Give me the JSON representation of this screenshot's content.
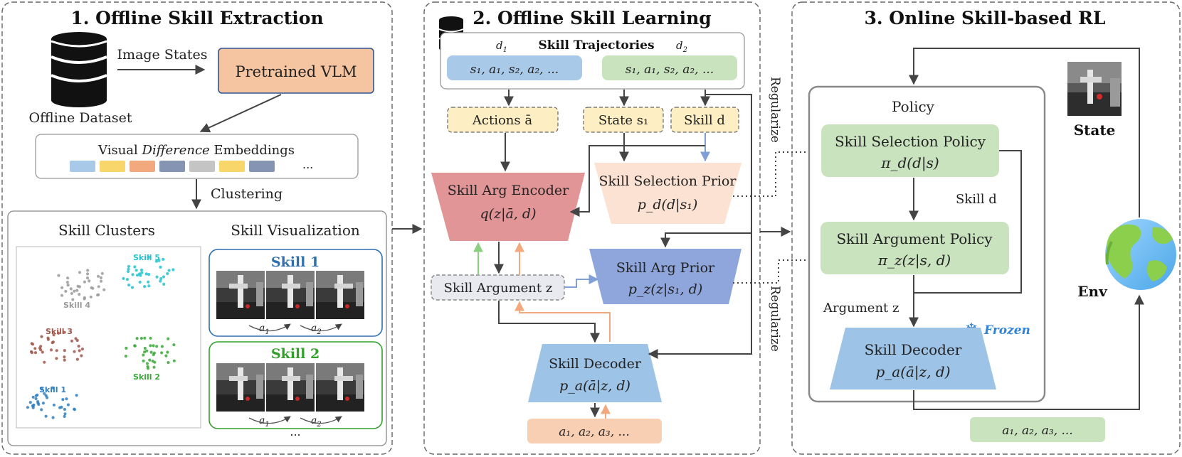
{
  "panel1": {
    "title": "1. Offline Skill Extraction",
    "dataset_label": "Offline Dataset",
    "image_states_label": "Image States",
    "vlm_label": "Pretrained VLM",
    "embeddings_label_pre": "Visual ",
    "embeddings_label_em": "Difference",
    "embeddings_label_post": " Embeddings",
    "embeddings_ellipsis": "...",
    "embedding_colors": [
      "#a9c9e9",
      "#f9d66a",
      "#f2a97e",
      "#8594b3",
      "#c4c4c4",
      "#f9d66a",
      "#8594b3"
    ],
    "clustering_label": "Clustering",
    "clusters_title": "Skill Clusters",
    "visualization_title": "Skill Visualization",
    "clusters": [
      {
        "label": "Skill 1",
        "color": "#2f7fc1"
      },
      {
        "label": "Skill 2",
        "color": "#3aa83a"
      },
      {
        "label": "Skill 3",
        "color": "#a0564a"
      },
      {
        "label": "Skill 4",
        "color": "#9a9a9a"
      },
      {
        "label": "Skill 5",
        "color": "#23c3cf"
      }
    ],
    "skill_cards": [
      {
        "title": "Skill 1",
        "color": "#2f6fb0"
      },
      {
        "title": "Skill 2",
        "color": "#33a02c"
      }
    ],
    "action_labels": [
      "a",
      "a"
    ],
    "action_subs": [
      "1",
      "2"
    ],
    "more": "..."
  },
  "panel2": {
    "title": "2. Offline Skill Learning",
    "trajectories_label": "Skill Trajectories",
    "d1": "d",
    "d1_sub": "1",
    "d2": "d",
    "d2_sub": "2",
    "traj1": "s₁, a₁, s₂, a₂, ...",
    "traj2": "s₁, a₁, s₂, a₂, ...",
    "actions_label": "Actions ā",
    "state_label": "State s₁",
    "skill_label": "Skill d",
    "encoder_name": "Skill Arg Encoder",
    "encoder_formula": "q(z|ā, d)",
    "selection_prior_name": "Skill Selection Prior",
    "selection_prior_formula": "p_d(d|s₁)",
    "arg_prior_name": "Skill Arg Prior",
    "arg_prior_formula": "p_z(z|s₁, d)",
    "argument_label": "Skill Argument z",
    "decoder_name": "Skill Decoder",
    "decoder_formula": "p_a(ā|z, d)",
    "output_actions": "a₁, a₂, a₃, ..."
  },
  "regularize_label": "Regularize",
  "panel3": {
    "title": "3. Online Skill-based RL",
    "policy_label": "Policy",
    "selection_policy_name": "Skill Selection Policy",
    "selection_policy_formula": "π_d(d|s)",
    "skill_d_label": "Skill d",
    "argument_policy_name": "Skill Argument Policy",
    "argument_policy_formula": "π_z(z|s, d)",
    "argument_z_label": "Argument z",
    "frozen_label": "Frozen",
    "decoder_name": "Skill Decoder",
    "decoder_formula": "p_a(ā|z, d)",
    "state_label": "State",
    "env_label": "Env",
    "output_actions": "a₁, a₂, a₃, ..."
  },
  "colors": {
    "vlm_fill": "#f5c4a0",
    "encoder_fill": "#e29597",
    "prior_fill": "#fbe2d3",
    "arg_prior_fill": "#8ea6dc",
    "decoder_fill": "#9dc3e6",
    "policy_fill": "#c9e3bf",
    "dashed_box_fill": "#fdeec4",
    "output_fill": "#f8cfb2",
    "frozen_color": "#2f84d8",
    "green_arrow": "#8ccf80",
    "orange_arrow": "#f2a97e",
    "blue_arrow": "#7f9fd6"
  }
}
